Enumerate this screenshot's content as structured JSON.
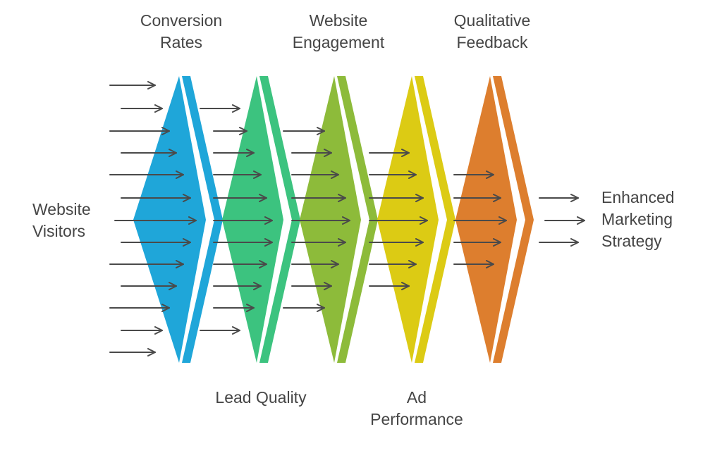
{
  "labels": {
    "input": [
      "Website",
      "Visitors"
    ],
    "output": [
      "Enhanced",
      "Marketing",
      "Strategy"
    ],
    "stages": [
      {
        "lines": [
          "Conversion",
          "Rates"
        ],
        "position": "top"
      },
      {
        "lines": [
          "Lead Quality"
        ],
        "position": "bottom"
      },
      {
        "lines": [
          "Website",
          "Engagement"
        ],
        "position": "top"
      },
      {
        "lines": [
          "Ad",
          "Performance"
        ],
        "position": "bottom"
      },
      {
        "lines": [
          "Qualitative",
          "Feedback"
        ],
        "position": "top"
      }
    ]
  },
  "colors": {
    "stages": [
      "#1fa6d9",
      "#3cc37f",
      "#8dbb3a",
      "#dccb14",
      "#dd7e2e"
    ],
    "arrows": "#4a4a4a",
    "text": "#454545"
  }
}
